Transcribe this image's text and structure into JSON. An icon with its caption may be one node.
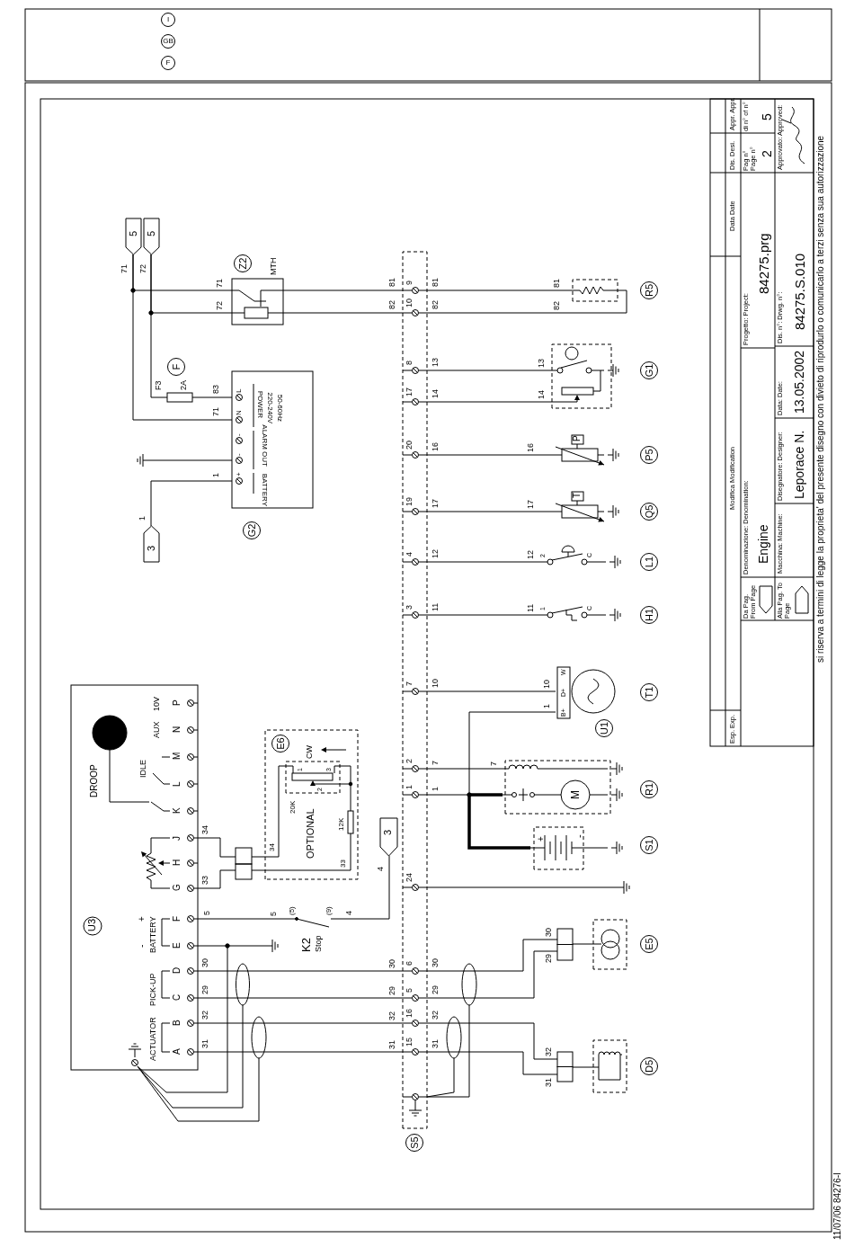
{
  "diagram": {
    "nodes": [
      {
        "text": [
          "U3",
          "ACTUATOR",
          "PICK-UP",
          "-",
          "BATTERY",
          "+",
          "IDLE",
          "AUX",
          "10V",
          "A",
          "B",
          "C",
          "D",
          "E",
          "F",
          "G",
          "H",
          "J",
          "K",
          "L",
          "M",
          "N",
          "P"
        ]
      },
      {
        "text": [
          "DROOP"
        ],
        "in": 0
      },
      {
        "text": [
          "E6",
          "CW",
          "1",
          "2",
          "3",
          "20K",
          "OPTIONAL",
          "12K",
          "34",
          "33"
        ]
      },
      {
        "text": [],
        "shape": "box"
      },
      {
        "text": [
          "3"
        ]
      },
      {
        "text": [
          "(5)",
          "(9)",
          "K2",
          "Stop"
        ]
      },
      {
        "text": [
          "S5",
          "15",
          "16",
          "5",
          "6",
          "24",
          "1",
          "2",
          "7",
          "3",
          "4",
          "19",
          "20",
          "17",
          "8",
          "10",
          "9"
        ]
      },
      {
        "text": [],
        "shape": "box"
      },
      {
        "text": [
          "D5"
        ]
      },
      {
        "text": [],
        "shape": "box"
      },
      {
        "text": [
          "E5"
        ]
      },
      {
        "text": [
          "S1",
          "+",
          "-"
        ]
      },
      {
        "text": [
          "R1",
          "M"
        ]
      },
      {
        "text": [
          "U1",
          "T1",
          "B+",
          "D+",
          "W"
        ]
      },
      {
        "text": [
          "H1",
          "1",
          "C"
        ]
      },
      {
        "text": [
          "L1",
          "2",
          "C"
        ]
      },
      {
        "text": [
          "Q5",
          "T"
        ]
      },
      {
        "text": [
          "P5",
          "P"
        ]
      },
      {
        "text": [
          "G1"
        ]
      },
      {
        "text": [
          "R5"
        ]
      },
      {
        "text": [
          "Z2",
          "MTH"
        ]
      },
      {
        "text": [
          "G2",
          "L",
          "N",
          "-",
          "-",
          "+",
          "POWER",
          "220-240V",
          "50-60Hz",
          "ALARM OUT",
          "BATTERY"
        ]
      },
      {
        "text": [
          "F",
          "F3",
          "2A"
        ]
      },
      {
        "text": [
          "5"
        ]
      },
      {
        "text": [
          "5"
        ]
      },
      {
        "text": [
          "3"
        ]
      }
    ],
    "edges": [
      {
        "from": 0,
        "to": 6,
        "arrow": "none",
        "label": "31"
      },
      {
        "from": 0,
        "to": 6,
        "arrow": "none",
        "label": "32"
      },
      {
        "from": 0,
        "to": 6,
        "arrow": "none",
        "label": "29"
      },
      {
        "from": 0,
        "to": 6,
        "arrow": "none",
        "label": "30"
      },
      {
        "from": 6,
        "to": 7,
        "arrow": "none",
        "label": "31"
      },
      {
        "from": 6,
        "to": 7,
        "arrow": "none",
        "label": "32"
      },
      {
        "from": 6,
        "to": 9,
        "arrow": "none",
        "label": "29"
      },
      {
        "from": 6,
        "to": 9,
        "arrow": "none",
        "label": "30"
      },
      {
        "from": 7,
        "to": 8,
        "arrow": "none"
      },
      {
        "from": 9,
        "to": 10,
        "arrow": "none"
      },
      {
        "from": 0,
        "to": 3,
        "arrow": "none",
        "label": "34"
      },
      {
        "from": 0,
        "to": 3,
        "arrow": "none",
        "label": "33"
      },
      {
        "from": 3,
        "to": 2,
        "arrow": "none"
      },
      {
        "from": 3,
        "to": 2,
        "arrow": "none"
      },
      {
        "from": 0,
        "to": 5,
        "arrow": "none",
        "label": "5"
      },
      {
        "from": 5,
        "to": 4,
        "arrow": "none",
        "label": "4"
      },
      {
        "from": 6,
        "to": 12,
        "arrow": "none",
        "label": "1"
      },
      {
        "from": 6,
        "to": 12,
        "arrow": "none",
        "label": "7"
      },
      {
        "from": 12,
        "to": 11,
        "arrow": "none",
        "style": "thick"
      },
      {
        "from": 13,
        "to": 12,
        "arrow": "none",
        "label": "1"
      },
      {
        "from": 6,
        "to": 13,
        "arrow": "none",
        "label": "10"
      },
      {
        "from": 6,
        "to": 14,
        "arrow": "none",
        "label": "11"
      },
      {
        "from": 6,
        "to": 15,
        "arrow": "none",
        "label": "12"
      },
      {
        "from": 6,
        "to": 16,
        "arrow": "none",
        "label": "17"
      },
      {
        "from": 6,
        "to": 17,
        "arrow": "none",
        "label": "16"
      },
      {
        "from": 6,
        "to": 18,
        "arrow": "none",
        "label": "13"
      },
      {
        "from": 6,
        "to": 18,
        "arrow": "none",
        "label": "14"
      },
      {
        "from": 6,
        "to": 19,
        "arrow": "none",
        "label": "81"
      },
      {
        "from": 6,
        "to": 19,
        "arrow": "none",
        "label": "82"
      },
      {
        "from": 20,
        "to": 6,
        "arrow": "none",
        "label": "81"
      },
      {
        "from": 20,
        "to": 6,
        "arrow": "none",
        "label": "82"
      },
      {
        "from": 23,
        "to": 20,
        "arrow": "none",
        "label": "71"
      },
      {
        "from": 24,
        "to": 20,
        "arrow": "none",
        "label": "72"
      },
      {
        "from": 23,
        "to": 21,
        "arrow": "none",
        "label": "71"
      },
      {
        "from": 24,
        "to": 22,
        "arrow": "none"
      },
      {
        "from": 22,
        "to": 21,
        "arrow": "none",
        "label": "83"
      },
      {
        "from": 25,
        "to": 21,
        "arrow": "none",
        "label": "1"
      }
    ],
    "labels": [
      "I",
      "GB",
      "F",
      "31",
      "32",
      "29",
      "30",
      "5",
      "4",
      "31",
      "32",
      "29",
      "30",
      "7",
      "10",
      "11",
      "12",
      "17",
      "16",
      "14",
      "13",
      "82",
      "81",
      "72",
      "71",
      "1",
      "Esp. Exp.",
      "Modifica Modification",
      "Data Date",
      "Dis. Desi.",
      "Appr. Appr.",
      "Da Pag. From Page",
      "Denominazione: Denomination:",
      "Engine",
      "Progetto: Project:",
      "84275.prg",
      "Pag n° Page n°",
      "2",
      "di n° of n°",
      "5",
      "Alla Pag. To Page",
      "Macchina: Machine:",
      "Disegnatore: Designer:",
      "Leporace N.",
      "Data: Date:",
      "13.05.2002",
      "Dis. n°: Drwg. n°:",
      "84275.S.010",
      "Approvato: Approved:",
      "si riserva a termini di legge la proprieta' del presente disegno con divieto di riprodurlo o comunicarlo a terzi senza sua autorizzazione",
      "11/07/06 84276-I"
    ]
  }
}
